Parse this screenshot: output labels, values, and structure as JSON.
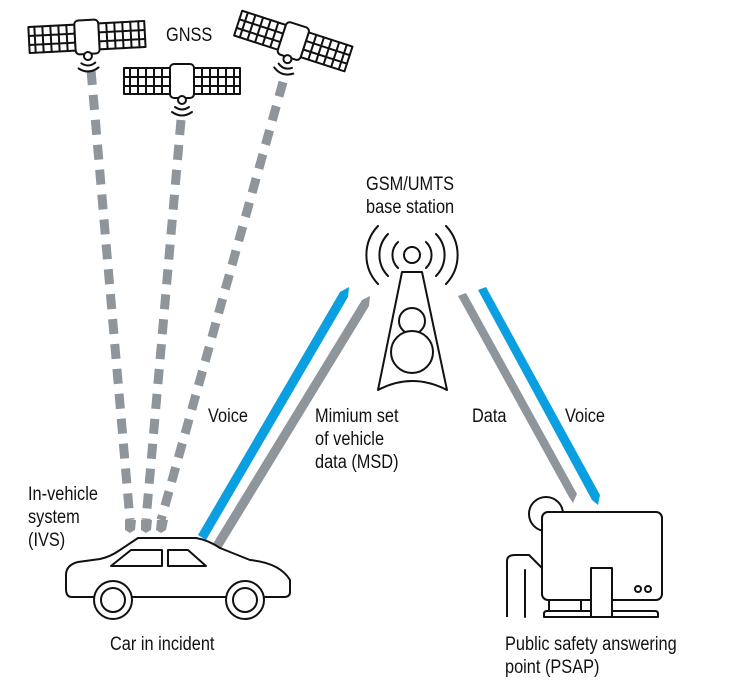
{
  "labels": {
    "gnss": "GNSS",
    "base_station": "GSM/UMTS\nbase station",
    "voice_car": "Voice",
    "msd": "Mimium set\nof vehicle\ndata (MSD)",
    "data_psap": "Data",
    "voice_psap": "Voice",
    "ivs": "In-vehicle\nsystem\n(IVS)",
    "car": "Car in incident",
    "psap": "Public safety answering\npoint (PSAP)"
  },
  "colors": {
    "voice": "#0a9fe0",
    "data": "#8e959b",
    "outline": "#111111"
  },
  "icons": [
    "satellite-icon",
    "cell-tower-icon",
    "car-icon",
    "operator-workstation-icon"
  ]
}
